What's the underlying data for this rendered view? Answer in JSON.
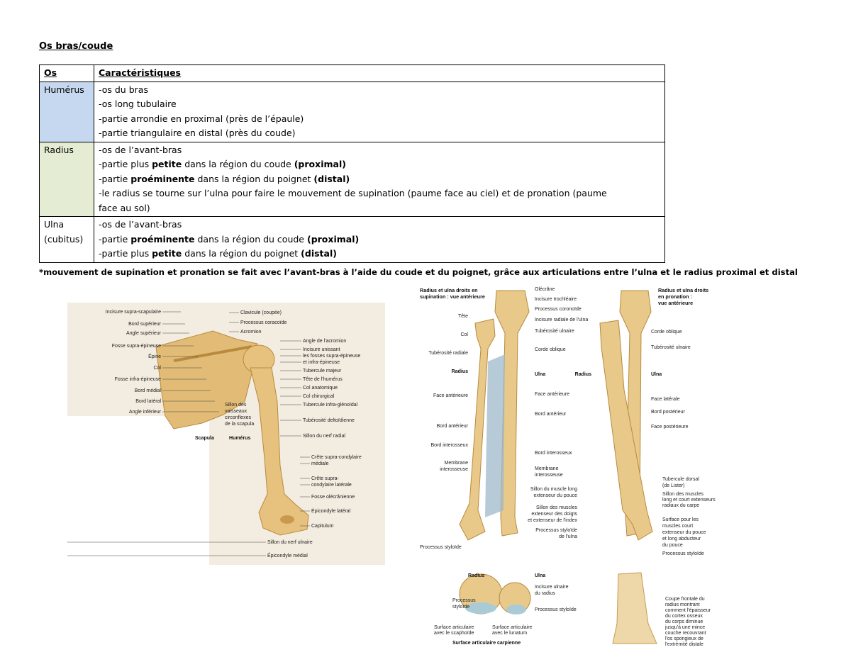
{
  "heading": "Os bras/coude",
  "table": {
    "headers": [
      "Os",
      "Caractéristiques"
    ],
    "rows": [
      {
        "bone": [
          "Humérus"
        ],
        "color": "#c5d8ef",
        "lines": [
          [
            {
              "t": "-os du bras"
            }
          ],
          [
            {
              "t": "-os long tubulaire"
            }
          ],
          [
            {
              "t": "-partie arrondie en proximal (près de l’épaule)"
            }
          ],
          [
            {
              "t": "-partie triangulaire en distal (près du coude)"
            }
          ]
        ]
      },
      {
        "bone": [
          "Radius"
        ],
        "color": "#e4ecd3",
        "lines": [
          [
            {
              "t": "-os de l’avant-bras"
            }
          ],
          [
            {
              "t": "-partie plus "
            },
            {
              "t": "petite",
              "b": true
            },
            {
              "t": " dans la région du coude "
            },
            {
              "t": "(proximal)",
              "b": true
            }
          ],
          [
            {
              "t": "-partie "
            },
            {
              "t": "proéminente",
              "b": true
            },
            {
              "t": " dans la région du poignet "
            },
            {
              "t": "(distal)",
              "b": true
            }
          ],
          [
            {
              "t": "-le radius se tourne sur l’ulna pour faire le mouvement de supination (paume face au ciel) et de pronation (paume"
            }
          ],
          [
            {
              "t": "face au sol)"
            }
          ]
        ]
      },
      {
        "bone": [
          "Ulna",
          "(cubitus)"
        ],
        "color": "#ffffff",
        "lines": [
          [
            {
              "t": "-os de l’avant-bras"
            }
          ],
          [
            {
              "t": "-partie "
            },
            {
              "t": "proéminente",
              "b": true
            },
            {
              "t": " dans la région du coude "
            },
            {
              "t": "(proximal)",
              "b": true
            }
          ],
          [
            {
              "t": "-partie plus "
            },
            {
              "t": "petite",
              "b": true
            },
            {
              "t": " dans la région du poignet  "
            },
            {
              "t": "(distal)",
              "b": true
            }
          ]
        ]
      }
    ]
  },
  "note": "*mouvement de supination et pronation se fait avec l’avant-bras à l’aide du coude et du poignet, grâce aux articulations entre l’ulna et le radius proximal et distal",
  "fig1": {
    "labels_left": [
      "Incisure supra-scapulaire",
      "Bord supérieur",
      "Angle supérieur",
      "Fosse supra-épineuse",
      "Épine",
      "Col",
      "Fosse infra-épineuse",
      "Bord médial",
      "Bord latéral",
      "Angle inférieur"
    ],
    "labels_right": [
      "Clavicule (coupée)",
      "Processus coracoïde",
      "Acromion",
      "Angle de l'acromion",
      "Incisure unissant",
      "les fosses supra-épineuse",
      "et infra-épineuse",
      "Tubercule majeur",
      "Tête de l'humérus",
      "Col anatomique",
      "Col chirurgical",
      "Tubercule infra-glénoïdal",
      "Tubérosité deltoïdienne",
      "Sillon du nerf radial"
    ],
    "labels_mid": [
      "Sillon des",
      "vaisseaux",
      "circonflexes",
      "de la scapula"
    ],
    "labels_lower": [
      "Crête supra-condylaire",
      "médiale",
      "Crête supra-",
      "condylaire latérale",
      "Fosse olécrânienne",
      "Épicondyle latéral",
      "Capitulum",
      "Sillon du nerf ulnaire",
      "Épicondyle médial"
    ],
    "scapula": "Scapula",
    "humerus": "Humérus"
  },
  "fig2": {
    "title_left": [
      "Radius et ulna droits en",
      "supination : vue antérieure"
    ],
    "title_right": [
      "Radius et ulna droits",
      "en pronation :",
      "vue antérieure"
    ],
    "labels_left": [
      "Tête",
      "Col",
      "Tubérosité radiale",
      "Radius",
      "Face antérieure",
      "Bord antérieur",
      "Bord interosseux",
      "Membrane",
      "interosseuse",
      "Processus styloïde"
    ],
    "labels_mid": [
      "Olécrâne",
      "Incisure trochléaire",
      "Processus coronoïde",
      "Incisure radiale de l'ulna",
      "Tubérosité ulnaire",
      "Corde oblique",
      "Ulna",
      "Face antérieure",
      "Bord antérieur",
      "Bord interosseux",
      "Membrane",
      "interosseuse",
      "Sillon du muscle long",
      "extenseur du pouce",
      "Sillon des muscles",
      "extenseur des doigts",
      "et extenseur de l'index",
      "Processus styloïde",
      "de l'ulna"
    ],
    "labels_right": [
      "Corde oblique",
      "Tubérosité ulnaire",
      "Ulna",
      "Face latérale",
      "Bord postérieur",
      "Face postérieure",
      "Tubercule dorsal",
      "(de Lister)",
      "Sillon des muscles",
      "long et court extenseurs",
      "radiaux du carpe",
      "Surface pour les",
      "muscles court",
      "extenseur du pouce",
      "et long abducteur",
      "du pouce",
      "Processus styloïde",
      "Radius"
    ],
    "labels_bottom": [
      "Radius",
      "Ulna",
      "Incisure ulnaire",
      "du radius",
      "Processus",
      "styloïde",
      "Processus styloïde",
      "Surface articulaire",
      "avec le scaphoïde",
      "Surface articulaire",
      "avec le lunatum",
      "Surface articulaire carpienne"
    ],
    "coupe": [
      "Coupe frontale du",
      "radius montrant",
      "comment l'épaisseur",
      "du cortex osseux",
      "du corps diminue",
      "jusqu'à une mince",
      "couche recouvrant",
      "l'os spongieux de",
      "l'extrémité distale"
    ]
  },
  "colors": {
    "bone": "#e8c98a",
    "bone_dark": "#c99a4e",
    "membrane": "#9fb8c9",
    "cartilage": "#a9cbd6"
  }
}
